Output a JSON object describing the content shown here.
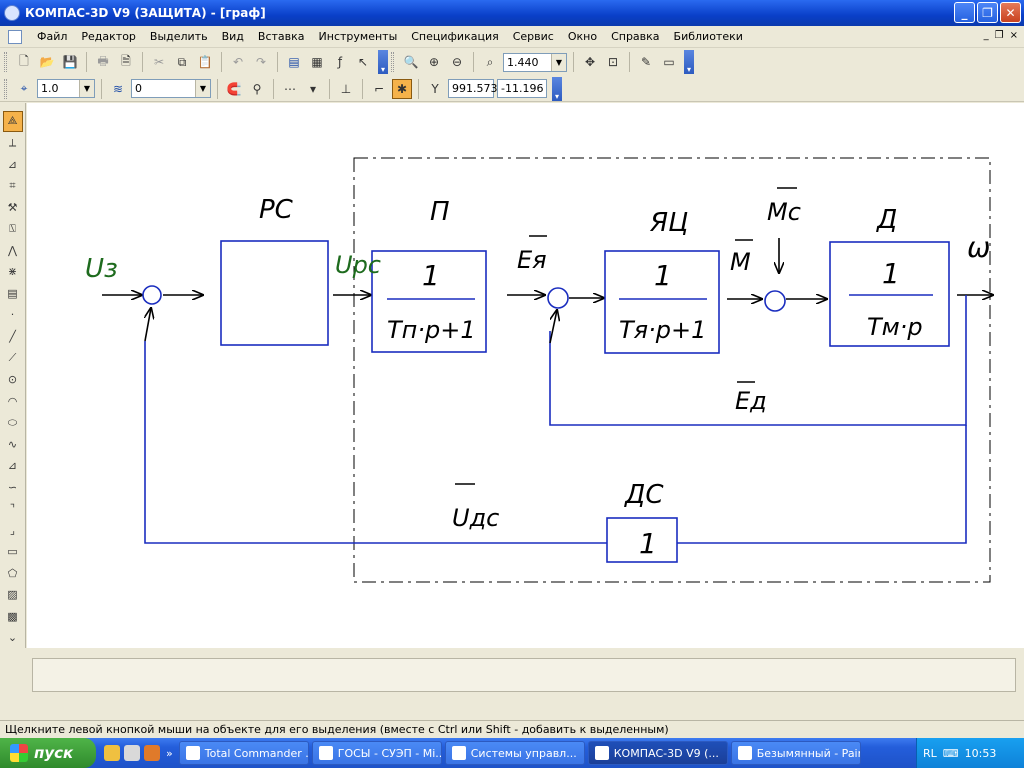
{
  "window": {
    "title": "КОМПАС-3D V9 (ЗАЩИТА) - [граф]",
    "min": "_",
    "max": "❐",
    "close": "✕"
  },
  "menu": [
    "Файл",
    "Редактор",
    "Выделить",
    "Вид",
    "Вставка",
    "Инструменты",
    "Спецификация",
    "Сервис",
    "Окно",
    "Справка",
    "Библиотеки"
  ],
  "mdi": {
    "min": "_",
    "restore": "❐",
    "close": "×"
  },
  "toolbar1": {
    "zoom": "1.440"
  },
  "toolbar2": {
    "line_scale": "1.0",
    "layer": "0",
    "coord_label": "Y",
    "x": "991.573",
    "y": "-11.196"
  },
  "diagram": {
    "u_z": "Uз",
    "rs": "РС",
    "u_rs": "Uрс",
    "p": "П",
    "p_num": "1",
    "p_den": "Tп·p+1",
    "e_ya": "Eя",
    "yats": "ЯЦ",
    "yats_num": "1",
    "yats_den": "Tя·p+1",
    "m": "M",
    "m_c": "Mс",
    "d": "Д",
    "d_num": "1",
    "d_den": "Tм·p",
    "omega": "ω",
    "e_d": "Eд",
    "ds": "ДС",
    "ds_val": "1",
    "u_ds": "Uдс"
  },
  "status": "Щелкните левой кнопкой мыши на объекте для его выделения (вместе с Ctrl или Shift - добавить к выделенным)",
  "taskbar": {
    "start": "пуск",
    "tasks": [
      "Total Commander ...",
      "ГОСЫ - СУЭП - Mi...",
      "Системы управл...",
      "КОМПАС-3D V9 (...",
      "Безымянный - Paint"
    ],
    "lang": "RL",
    "time": "10:53"
  }
}
